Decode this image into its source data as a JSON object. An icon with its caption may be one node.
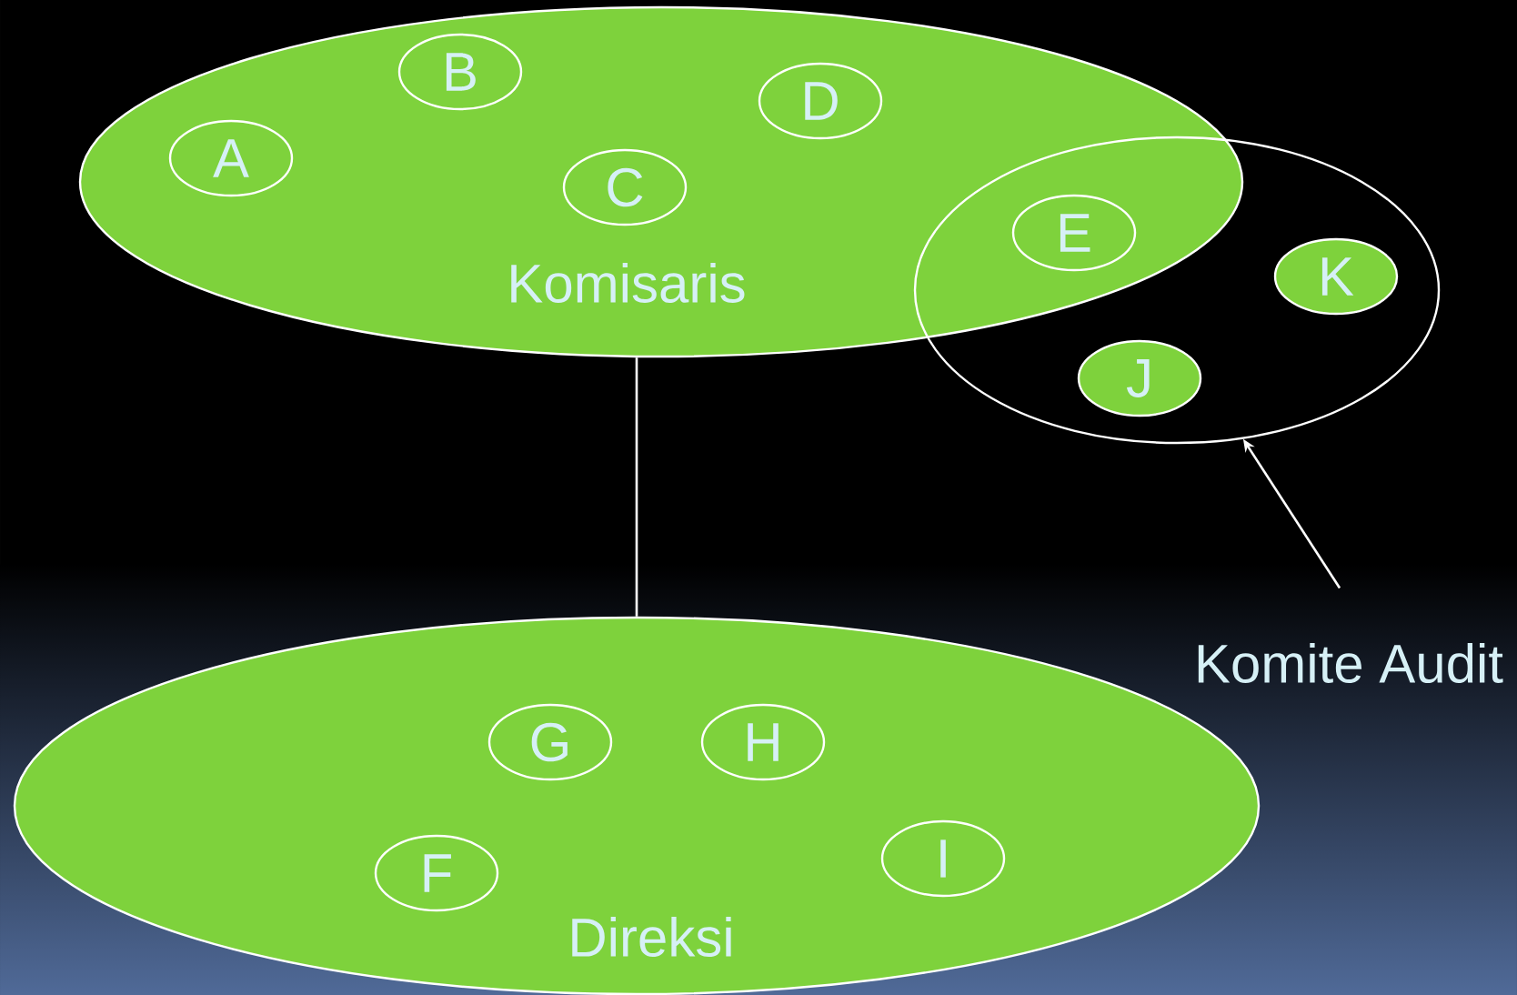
{
  "diagram": {
    "nodes": [
      {
        "text": [
          "Komisaris"
        ]
      },
      {
        "text": [
          "A"
        ],
        "in": 0
      },
      {
        "text": [
          "B"
        ],
        "in": 0
      },
      {
        "text": [
          "C"
        ],
        "in": 0
      },
      {
        "text": [
          "D"
        ],
        "in": 0
      },
      {
        "text": [
          "E"
        ]
      },
      {
        "text": [],
        "shape": "ellipse"
      },
      {
        "text": [
          "K"
        ],
        "in": 6
      },
      {
        "text": [
          "J"
        ],
        "in": 6
      },
      {
        "text": [
          "Direksi"
        ]
      },
      {
        "text": [
          "G"
        ],
        "in": 9
      },
      {
        "text": [
          "H"
        ],
        "in": 9
      },
      {
        "text": [
          "F"
        ],
        "in": 9
      },
      {
        "text": [
          "I"
        ],
        "in": 9
      },
      {
        "text": [
          "Komite Audit"
        ]
      }
    ],
    "edges": [
      {
        "from": 0,
        "to": 9,
        "arrow": "none"
      },
      {
        "from": 14,
        "to": 6,
        "arrow": "to"
      }
    ]
  }
}
